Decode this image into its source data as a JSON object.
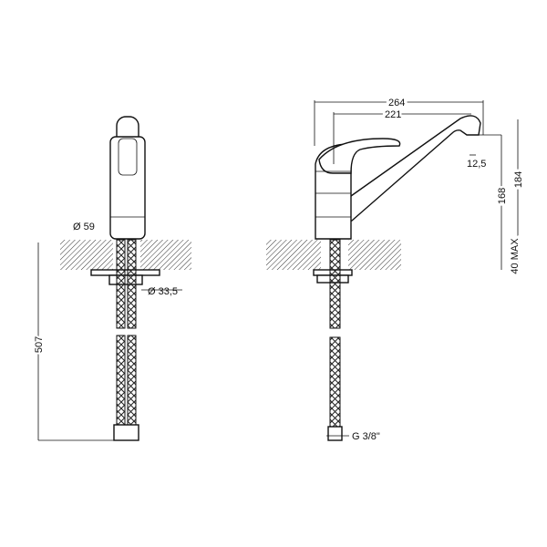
{
  "front_view": {
    "diameter_body": "Ø 59",
    "diameter_hole": "Ø 33,5",
    "hose_length": "507"
  },
  "side_view": {
    "overall_reach": "264",
    "spout_reach": "221",
    "aerator_offset": "12,5",
    "spout_height": "168",
    "overall_height": "184",
    "counter_thickness": "40 MAX",
    "connection_thread": "G 3/8\""
  }
}
